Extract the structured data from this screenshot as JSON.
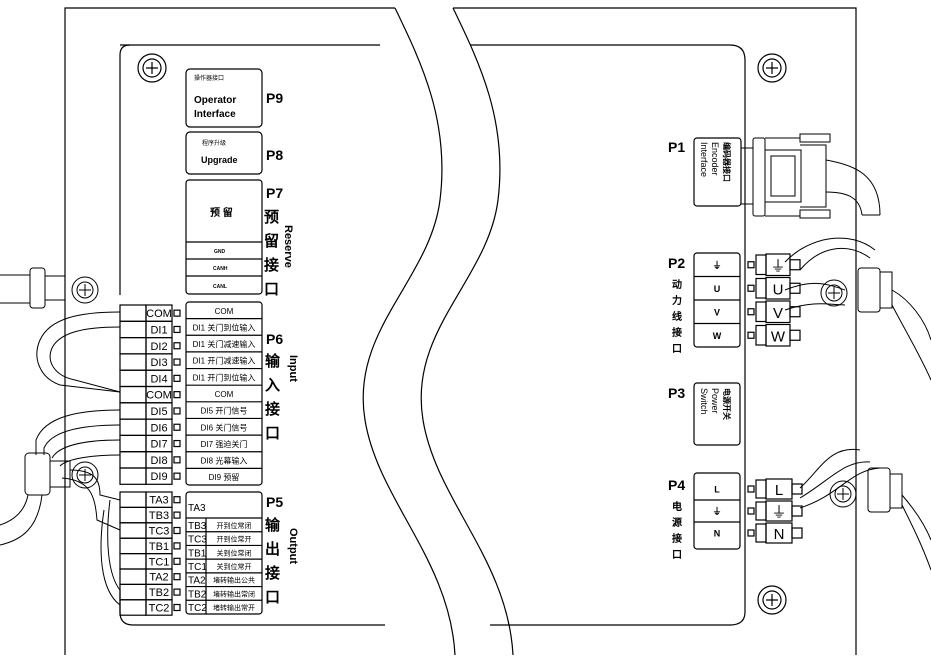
{
  "p9": {
    "id": "P9",
    "cn": "操作器接口",
    "en1": "Operator",
    "en2": "Interface"
  },
  "p8": {
    "id": "P8",
    "cn": "程序升级",
    "en": "Upgrade"
  },
  "p7": {
    "id": "P7",
    "side_cn": [
      "预",
      "留",
      "接",
      "口"
    ],
    "reserve": "Reserve",
    "main": "预 留",
    "rows": [
      "GND",
      "CANH",
      "CANL"
    ]
  },
  "p6": {
    "id": "P6",
    "side_cn": [
      "输",
      "入",
      "接",
      "口"
    ],
    "label": "Input",
    "pins": [
      "COM",
      "DI1",
      "DI2",
      "DI3",
      "DI4",
      "COM",
      "DI5",
      "DI6",
      "DI7",
      "DI8",
      "DI9"
    ],
    "rows": [
      "COM",
      "DI1 关门到位输入",
      "DI1 关门减速输入",
      "DI1 开门减速输入",
      "DI1 开门到位输入",
      "COM",
      "DI5 开门信号",
      "DI6 关门信号",
      "DI7 强迫关门",
      "DI8 光幕输入",
      "DI9 预留"
    ]
  },
  "p5": {
    "id": "P5",
    "side_cn": [
      "输",
      "出",
      "接",
      "口"
    ],
    "label": "Output",
    "pins": [
      "TA3",
      "TB3",
      "TC3",
      "TB1",
      "TC1",
      "TA2",
      "TB2",
      "TC2"
    ],
    "top_code": "TA3",
    "codes": [
      "TB3",
      "TC3",
      "TB1",
      "TC1",
      "TA2",
      "TB2",
      "TC2"
    ],
    "rows": [
      "开到位常闭",
      "开到位常开",
      "关到位常闭",
      "关到位常开",
      "堵转输出公共",
      "堵转输出常闭",
      "堵转输出常开"
    ]
  },
  "p1": {
    "id": "P1",
    "lines": [
      "编码器接口",
      "Encoder",
      "Interface"
    ]
  },
  "p2": {
    "id": "P2",
    "side_cn": [
      "动",
      "力",
      "线",
      "接",
      "口"
    ],
    "rows": [
      "⏚",
      "U",
      "V",
      "W"
    ],
    "terms": [
      "⏚",
      "U",
      "V",
      "W"
    ]
  },
  "p3": {
    "id": "P3",
    "lines": [
      "电源开关",
      "Power",
      "Switch"
    ]
  },
  "p4": {
    "id": "P4",
    "side_cn": [
      "电",
      "源",
      "接",
      "口"
    ],
    "rows": [
      "L",
      "⏚",
      "N"
    ],
    "terms": [
      "L",
      "⏚",
      "N"
    ]
  }
}
